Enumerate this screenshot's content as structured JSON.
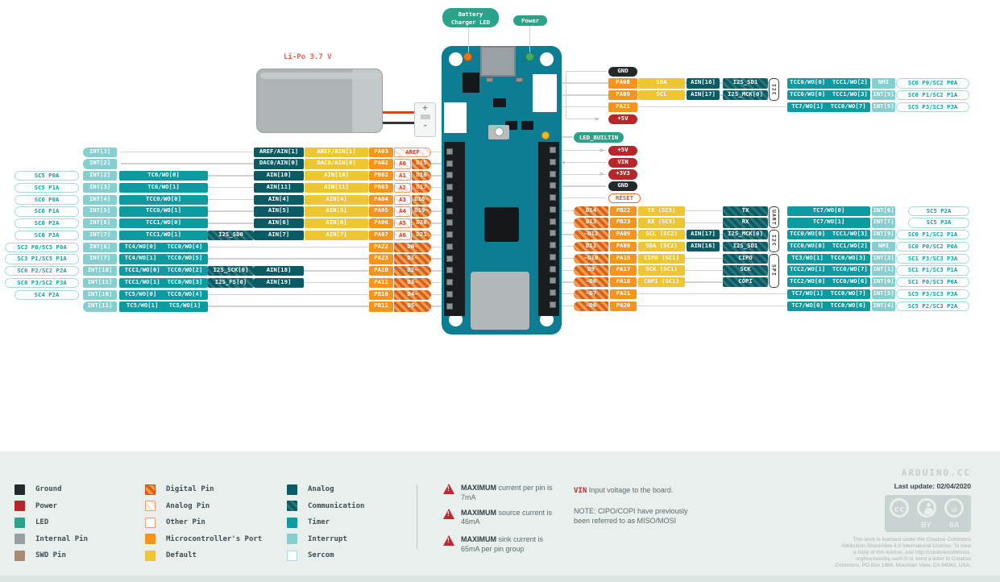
{
  "callouts": {
    "battery_charger_led": "Battery\nCharger LED",
    "power": "Power",
    "led_builtin": "LED_BUILTIN"
  },
  "battery": {
    "label": "Li-Po 3.7 V",
    "plus": "+",
    "minus": "-"
  },
  "top_right_rows": [
    [
      {
        "k": "gnd",
        "t": "GND"
      }
    ],
    [
      {
        "k": "portT",
        "t": "PA08"
      },
      {
        "k": "default",
        "t": "SDA"
      },
      {
        "k": "ain",
        "t": "AIN[16]"
      },
      {
        "k": "i2s",
        "t": "I2S_SD1"
      },
      {
        "k": "timer",
        "t": "TCC0/WO[0]  TCC1/WO[2]"
      },
      {
        "k": "int",
        "t": "NMI"
      },
      {
        "k": "sercomL",
        "t": "SC0 P0/SC2 P0A"
      }
    ],
    [
      {
        "k": "portT",
        "t": "PA09"
      },
      {
        "k": "default",
        "t": "SCL"
      },
      {
        "k": "ain",
        "t": "AIN[17]"
      },
      {
        "k": "i2s",
        "t": "I2S_MCK[0]"
      },
      {
        "k": "timer",
        "t": "TCC0/WO[0]  TCC1/WO[3]"
      },
      {
        "k": "int",
        "t": "INT[9]"
      },
      {
        "k": "sercomL",
        "t": "SC0 P1/SC2 P1A"
      }
    ],
    [
      {
        "k": "portT",
        "t": "PA21"
      },
      {
        "k": "timer",
        "t": "TC7/WO[1]  TCC0/WO[7]"
      },
      {
        "k": "int",
        "t": "INT[5]"
      },
      {
        "k": "sercomL",
        "t": "SC5 P3/SC3 P3A"
      }
    ],
    [
      {
        "k": "pwr",
        "t": "+5V"
      }
    ]
  ],
  "left_rows": [
    [
      {
        "k": "int",
        "t": "INT[3]"
      },
      {
        "k": "analog",
        "t": "AREF/AIN[1]"
      },
      {
        "k": "default",
        "t": "AREF/AIN[1]"
      },
      {
        "k": "port",
        "t": "PA03"
      },
      {
        "k": "pinO",
        "t": "AREF"
      }
    ],
    [
      {
        "k": "int",
        "t": "INT[2]"
      },
      {
        "k": "analog",
        "t": "DAC0/AIN[0]"
      },
      {
        "k": "default",
        "t": "DAC0/AIN[0]"
      },
      {
        "k": "port",
        "t": "PA02"
      },
      {
        "k": "pinA",
        "t": "A0"
      },
      {
        "k": "pinD2",
        "t": "D15"
      }
    ],
    [
      {
        "k": "sercom",
        "t": "SC5 P0A"
      },
      {
        "k": "int",
        "t": "INT[2]"
      },
      {
        "k": "timer",
        "t": "TC6/WO[0]"
      },
      {
        "k": "analog",
        "t": "AIN[10]"
      },
      {
        "k": "default",
        "t": "AIN[10]"
      },
      {
        "k": "port",
        "t": "PB02"
      },
      {
        "k": "pinA",
        "t": "A1"
      },
      {
        "k": "pinD2",
        "t": "D16"
      }
    ],
    [
      {
        "k": "sercom",
        "t": "SC5 P1A"
      },
      {
        "k": "int",
        "t": "INT[3]"
      },
      {
        "k": "timer",
        "t": "TC6/WO[1]"
      },
      {
        "k": "analog",
        "t": "AIN[11]"
      },
      {
        "k": "default",
        "t": "AIN[11]"
      },
      {
        "k": "port",
        "t": "PB03"
      },
      {
        "k": "pinA",
        "t": "A2"
      },
      {
        "k": "pinD2",
        "t": "D17"
      }
    ],
    [
      {
        "k": "sercom",
        "t": "SC0 P0A"
      },
      {
        "k": "int",
        "t": "INT[4]"
      },
      {
        "k": "timer",
        "t": "TCC0/WO[0]"
      },
      {
        "k": "analog",
        "t": "AIN[4]"
      },
      {
        "k": "default",
        "t": "AIN[4]"
      },
      {
        "k": "port",
        "t": "PA04"
      },
      {
        "k": "pinA",
        "t": "A3"
      },
      {
        "k": "pinD2",
        "t": "D18~"
      }
    ],
    [
      {
        "k": "sercom",
        "t": "SC0 P1A"
      },
      {
        "k": "int",
        "t": "INT[5]"
      },
      {
        "k": "timer",
        "t": "TCC0/WO[1]"
      },
      {
        "k": "analog",
        "t": "AIN[5]"
      },
      {
        "k": "default",
        "t": "AIN[5]"
      },
      {
        "k": "port",
        "t": "PA05"
      },
      {
        "k": "pinA",
        "t": "A4"
      },
      {
        "k": "pinD2",
        "t": "D19~"
      }
    ],
    [
      {
        "k": "sercom",
        "t": "SC0 P2A"
      },
      {
        "k": "int",
        "t": "INT[6]"
      },
      {
        "k": "timer",
        "t": "TCC1/WO[0]"
      },
      {
        "k": "analog",
        "t": "AIN[6]"
      },
      {
        "k": "default",
        "t": "AIN[6]"
      },
      {
        "k": "port",
        "t": "PA06"
      },
      {
        "k": "pinA",
        "t": "A5"
      },
      {
        "k": "pinD2",
        "t": "D20"
      }
    ],
    [
      {
        "k": "sercom",
        "t": "SC0 P3A"
      },
      {
        "k": "int",
        "t": "INT[7]"
      },
      {
        "k": "timer",
        "t": "TCC1/WO[1]"
      },
      {
        "k": "comm",
        "t": "I2S_SD0"
      },
      {
        "k": "analog",
        "t": "AIN[7]"
      },
      {
        "k": "default",
        "t": "AIN[7]"
      },
      {
        "k": "port",
        "t": "PA07"
      },
      {
        "k": "pinA",
        "t": "A6"
      },
      {
        "k": "pinD2",
        "t": "D21"
      }
    ],
    [
      {
        "k": "sercomL",
        "t": "SC3 P0/SC5 P0A"
      },
      {
        "k": "int",
        "t": "INT[6]"
      },
      {
        "k": "timer2",
        "t": "TC4/WO[0]   TCC0/WO[4]"
      },
      {
        "k": "port",
        "t": "PA22"
      },
      {
        "k": "pin1",
        "t": "D0~"
      }
    ],
    [
      {
        "k": "sercomL",
        "t": "SC3 P1/SC5 P1A"
      },
      {
        "k": "int",
        "t": "INT[7]"
      },
      {
        "k": "timer2",
        "t": "TC4/WO[1]   TCC0/WO[5]"
      },
      {
        "k": "port",
        "t": "PA23"
      },
      {
        "k": "pin1",
        "t": "D1~"
      }
    ],
    [
      {
        "k": "sercomL",
        "t": "SC0 P2/SC2 P2A"
      },
      {
        "k": "int",
        "t": "INT[10]"
      },
      {
        "k": "timer2",
        "t": "TCC1/WO[0]  TCC0/WO[2]"
      },
      {
        "k": "comm",
        "t": "I2S_SCK[0]"
      },
      {
        "k": "analog",
        "t": "AIN[18]"
      },
      {
        "k": "port",
        "t": "PA10"
      },
      {
        "k": "pin1",
        "t": "D2~"
      }
    ],
    [
      {
        "k": "sercomL",
        "t": "SC0 P3/SC2 P3A"
      },
      {
        "k": "int",
        "t": "INT[11]"
      },
      {
        "k": "timer2",
        "t": "TCC1/WO[1]  TCC0/WO[3]"
      },
      {
        "k": "comm",
        "t": "I2S_FS[0]"
      },
      {
        "k": "analog",
        "t": "AIN[19]"
      },
      {
        "k": "port",
        "t": "PA11"
      },
      {
        "k": "pin1",
        "t": "D3~"
      }
    ],
    [
      {
        "k": "sercom",
        "t": "SC4 P2A"
      },
      {
        "k": "int",
        "t": "INT[10]"
      },
      {
        "k": "timer2",
        "t": "TC5/WO[0]   TCC0/WO[4]"
      },
      {
        "k": "port",
        "t": "PB10"
      },
      {
        "k": "pin1",
        "t": "D4~"
      }
    ],
    [
      {
        "k": "int",
        "t": "INT[11]"
      },
      {
        "k": "timer2",
        "t": "TC5/WO[1]   TC5/WO[1]"
      },
      {
        "k": "port",
        "t": "PB11"
      },
      {
        "k": "pin1",
        "t": "D5~"
      }
    ]
  ],
  "right_rows": [
    [
      {
        "k": "pin",
        "t": "D14"
      },
      {
        "k": "port",
        "t": "PB22"
      },
      {
        "k": "default",
        "t": "TX (SC5)"
      },
      {
        "k": "hatch",
        "t": "TX"
      },
      {
        "k": "timer",
        "t": "TC7/WO[0]"
      },
      {
        "k": "int",
        "t": "INT[6]"
      },
      {
        "k": "sercomS",
        "t": "SC5 P2A"
      }
    ],
    [
      {
        "k": "pin",
        "t": "D13"
      },
      {
        "k": "port",
        "t": "PB23"
      },
      {
        "k": "default",
        "t": "RX (SC5)"
      },
      {
        "k": "hatch",
        "t": "RX"
      },
      {
        "k": "timer",
        "t": "TC7/WO[1]"
      },
      {
        "k": "int",
        "t": "INT[7]"
      },
      {
        "k": "sercomS",
        "t": "SC5 P3A"
      }
    ],
    [
      {
        "k": "pin",
        "t": "~D12"
      },
      {
        "k": "port",
        "t": "PA09"
      },
      {
        "k": "default",
        "t": "SCL (SC2)"
      },
      {
        "k": "ain",
        "t": "AIN[17]"
      },
      {
        "k": "i2s",
        "t": "I2S_MCK[0]"
      },
      {
        "k": "timer",
        "t": "TCC0/WO[0]  TCC1/WO[3]"
      },
      {
        "k": "int",
        "t": "INT[9]"
      },
      {
        "k": "sercomL",
        "t": "SC0 P1/SC2 P1A"
      }
    ],
    [
      {
        "k": "pin",
        "t": "D11"
      },
      {
        "k": "port",
        "t": "PA08"
      },
      {
        "k": "default",
        "t": "SDA (SC2)"
      },
      {
        "k": "ain",
        "t": "AIN[16]"
      },
      {
        "k": "i2s",
        "t": "I2S_SD1"
      },
      {
        "k": "timer",
        "t": "TCC0/WO[0]  TCC1/WO[2]"
      },
      {
        "k": "int",
        "t": "NMI"
      },
      {
        "k": "sercomL",
        "t": "SC0 P0/SC2 P0A"
      }
    ],
    [
      {
        "k": "pin",
        "t": "~D10"
      },
      {
        "k": "port",
        "t": "PA19"
      },
      {
        "k": "default",
        "t": "CIPO (SC1)"
      },
      {
        "k": "hatch",
        "t": "CIPO"
      },
      {
        "k": "timer",
        "t": "TC3/WO[1]  TCC0/WO[3]"
      },
      {
        "k": "int",
        "t": "INT[3]"
      },
      {
        "k": "sercomL",
        "t": "SC1 P3/SC3 P3A"
      }
    ],
    [
      {
        "k": "pin",
        "t": "D9"
      },
      {
        "k": "port",
        "t": "PA17"
      },
      {
        "k": "default",
        "t": "SCK (SC1)"
      },
      {
        "k": "hatch",
        "t": "SCK"
      },
      {
        "k": "timer",
        "t": "TCC2/WO[1]  TCC0/WO[7]"
      },
      {
        "k": "int",
        "t": "INT[1]"
      },
      {
        "k": "sercomL",
        "t": "SC1 P1/SC3 P1A"
      }
    ],
    [
      {
        "k": "pin",
        "t": "~D8"
      },
      {
        "k": "port",
        "t": "PA16"
      },
      {
        "k": "default",
        "t": "COPI (SC1)"
      },
      {
        "k": "hatch",
        "t": "COPI"
      },
      {
        "k": "timer",
        "t": "TCC2/WO[0]  TCC0/WO[6]"
      },
      {
        "k": "int",
        "t": "INT[0]"
      },
      {
        "k": "sercomL",
        "t": "SC1 P0/SC3 P0A"
      }
    ],
    [
      {
        "k": "pin",
        "t": "~D7"
      },
      {
        "k": "port",
        "t": "PA21"
      },
      {
        "k": "timer",
        "t": "TC7/WO[1]  TCC0/WO[7]"
      },
      {
        "k": "int",
        "t": "INT[5]"
      },
      {
        "k": "sercomL",
        "t": "SC5 P3/SC3 P3A"
      }
    ],
    [
      {
        "k": "pin",
        "t": "~D6"
      },
      {
        "k": "port",
        "t": "PA20"
      },
      {
        "k": "timer",
        "t": "TC7/WO[0]  TCC0/WO[6]"
      },
      {
        "k": "int",
        "t": "INT[4]"
      },
      {
        "k": "sercomL",
        "t": "SC5 P2/SC3 P2A"
      }
    ]
  ],
  "power_pins": [
    {
      "k": "pwr",
      "t": "+5V"
    },
    {
      "k": "pwr",
      "t": "VIN"
    },
    {
      "k": "pwr",
      "t": "+3V3"
    },
    {
      "k": "gnd",
      "t": "GND"
    },
    {
      "k": "reset",
      "t": "RESET"
    }
  ],
  "brackets": [
    {
      "label": "I2C"
    },
    {
      "label": "UART"
    },
    {
      "label": "I2C"
    },
    {
      "label": "SPI"
    }
  ],
  "legend": {
    "columns": [
      [
        {
          "k": "ground",
          "label": "Ground"
        },
        {
          "k": "power",
          "label": "Power"
        },
        {
          "k": "led",
          "label": "LED"
        },
        {
          "k": "internal",
          "label": "Internal Pin"
        },
        {
          "k": "swd",
          "label": "SWD Pin"
        }
      ],
      [
        {
          "k": "digital",
          "label": "Digital Pin"
        },
        {
          "k": "analogpin",
          "label": "Analog Pin"
        },
        {
          "k": "otherpin",
          "label": "Other Pin"
        },
        {
          "k": "mcport",
          "label": "Microcontroller's Port"
        },
        {
          "k": "defaultk",
          "label": "Default"
        }
      ],
      [
        {
          "k": "analogk",
          "label": "Analog"
        },
        {
          "k": "commk",
          "label": "Communication"
        },
        {
          "k": "timerk",
          "label": "Timer"
        },
        {
          "k": "interruptk",
          "label": "Interrupt"
        },
        {
          "k": "sercomk",
          "label": "Sercom"
        }
      ]
    ]
  },
  "warnings": [
    {
      "strong": "MAXIMUM",
      "text": " current per pin is 7mA"
    },
    {
      "strong": "MAXIMUM",
      "text": " source current is 46mA"
    },
    {
      "strong": "MAXIMUM",
      "text": " sink current is 65mA per pin group"
    }
  ],
  "notes": {
    "vin_label": "VIN",
    "vin_text": " Input voltage to the board.",
    "note": "NOTE: CIPO/COPI have previously\nbeen referred to as MISO/MOSI"
  },
  "footer": {
    "brand": "ARDUINO.CC",
    "last_update": "Last update: 02/04/2020",
    "cc": "cc",
    "by": "BY",
    "sa": "SA",
    "license": "This work is licensed under the Creative Commons\nAttribution-ShareAlike 4.0 International License. To view\na copy of this license, visit http://creativecommons.\norg/licenses/by-sa/4.0/ or send a letter to Creative\nCommons, PO Box 1866, Mountain View, CA 94042, USA."
  }
}
